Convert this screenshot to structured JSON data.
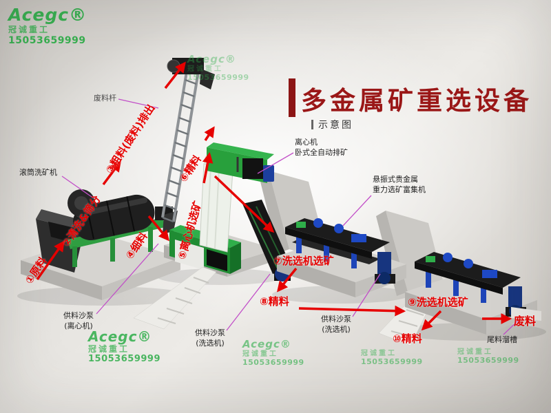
{
  "title": {
    "main": "多金属矿重选设备",
    "subtitle": "示意图"
  },
  "watermark": {
    "brand": "Acegc®",
    "company": "冠诚重工",
    "phone": "15053659999"
  },
  "flow": {
    "step1": "①原料",
    "step2": "②清洗&筛分",
    "step3": "③粗料(废料)排出",
    "step4": "④细料",
    "step5": "⑤离心机选矿",
    "step6": "⑥精料",
    "step7": "⑦洗选机选矿",
    "step8": "⑧精料",
    "step9": "⑨洗选机选矿",
    "step10": "⑩精料",
    "waste_out": "废料"
  },
  "callouts": {
    "drum_washer": "滚筒洗矿机",
    "waste_rod": "废料杆",
    "centrifuge": [
      "离心机",
      "卧式全自动排矿"
    ],
    "shaker": [
      "悬振式贵金属",
      "重力选矿富集机"
    ],
    "feed_pump_centrifuge": [
      "供料沙泵",
      "(离心机)"
    ],
    "feed_pump_washer1": [
      "供料沙泵",
      "(洗选机)"
    ],
    "feed_pump_washer2": [
      "供料沙泵",
      "(洗选机)"
    ],
    "tailings_chute": "尾料溜槽"
  },
  "colors": {
    "title_red": "#9a1717",
    "flow_red": "#e60000",
    "callout_line_magenta": "#c24fc8",
    "brand_green": "#2fae4a",
    "machine_green": "#2f9e41",
    "accent_blue": "#1e49c4"
  }
}
